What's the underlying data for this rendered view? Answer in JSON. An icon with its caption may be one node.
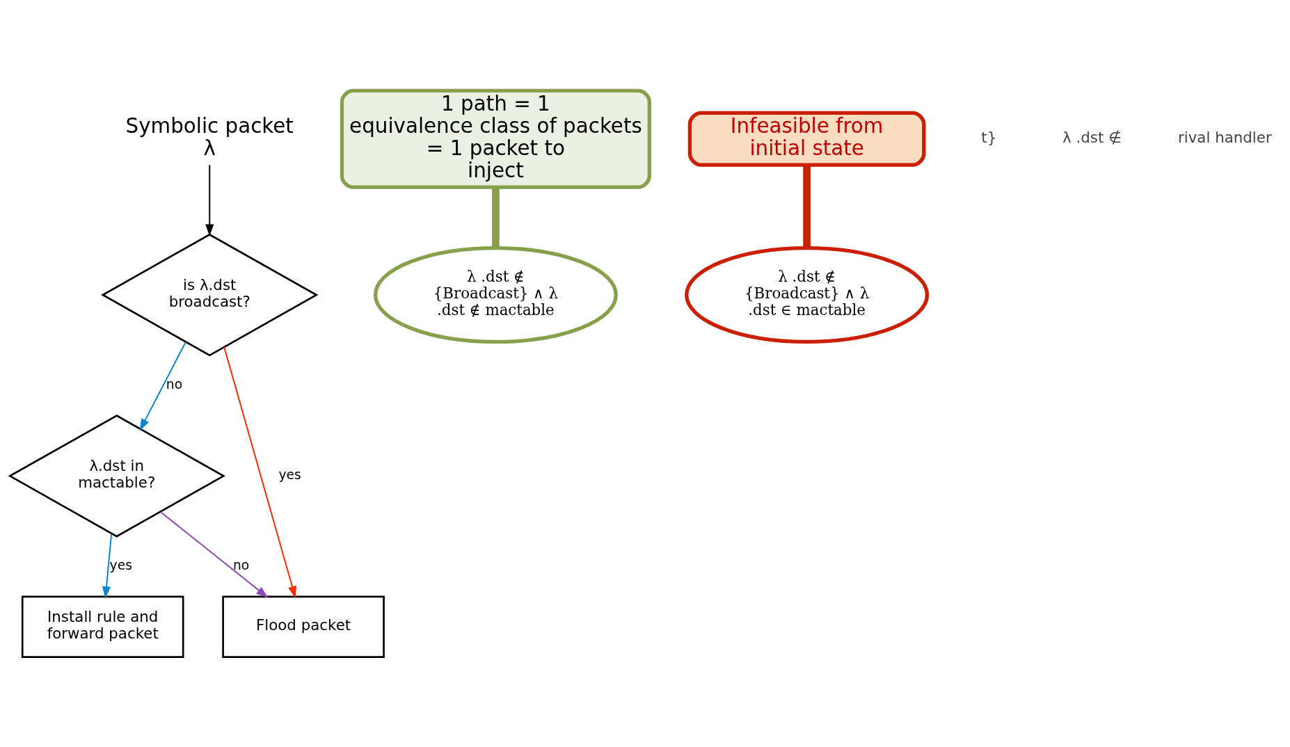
{
  "diagram": {
    "nodes": [
      {
        "text": [
          "Symbolic packet",
          "λ"
        ]
      },
      {
        "text": [
          "is λ.dst broadcast?"
        ]
      },
      {
        "text": [
          "λ.dst in mactable?"
        ]
      },
      {
        "text": [
          "Flood packet"
        ]
      },
      {
        "text": [
          "Install rule and forward packet"
        ]
      },
      {
        "text": [
          "1 path = 1 equivalence class of packets = 1 packet to inject"
        ]
      },
      {
        "text": [
          "λ .dst ∉ {Broadcast} ∧ λ .dst ∉ mactable"
        ]
      },
      {
        "text": [
          "Infeasible from initial state"
        ]
      },
      {
        "text": [
          "λ .dst ∉ {Broadcast} ∧ λ .dst ∈ mactable"
        ]
      }
    ],
    "edges": [
      {
        "from": 0,
        "to": 1,
        "arrow": "to",
        "color": "#000000"
      },
      {
        "from": 1,
        "to": 3,
        "arrow": "to",
        "label": "yes",
        "color": "#ff2a00"
      },
      {
        "from": 1,
        "to": 2,
        "arrow": "to",
        "label": "no",
        "color": "#0a86d0"
      },
      {
        "from": 2,
        "to": 3,
        "arrow": "to",
        "label": "no",
        "color": "#8e4bb5"
      },
      {
        "from": 2,
        "to": 4,
        "arrow": "to",
        "label": "yes",
        "color": "#0a86d0"
      },
      {
        "from": 5,
        "to": 6,
        "arrow": "none",
        "style": "thick",
        "color": "#86a04b"
      },
      {
        "from": 7,
        "to": 8,
        "arrow": "none",
        "style": "thick",
        "color": "#cc1f00"
      }
    ],
    "labels": [
      "t}",
      "λ .dst ∉",
      "rival handler"
    ]
  }
}
